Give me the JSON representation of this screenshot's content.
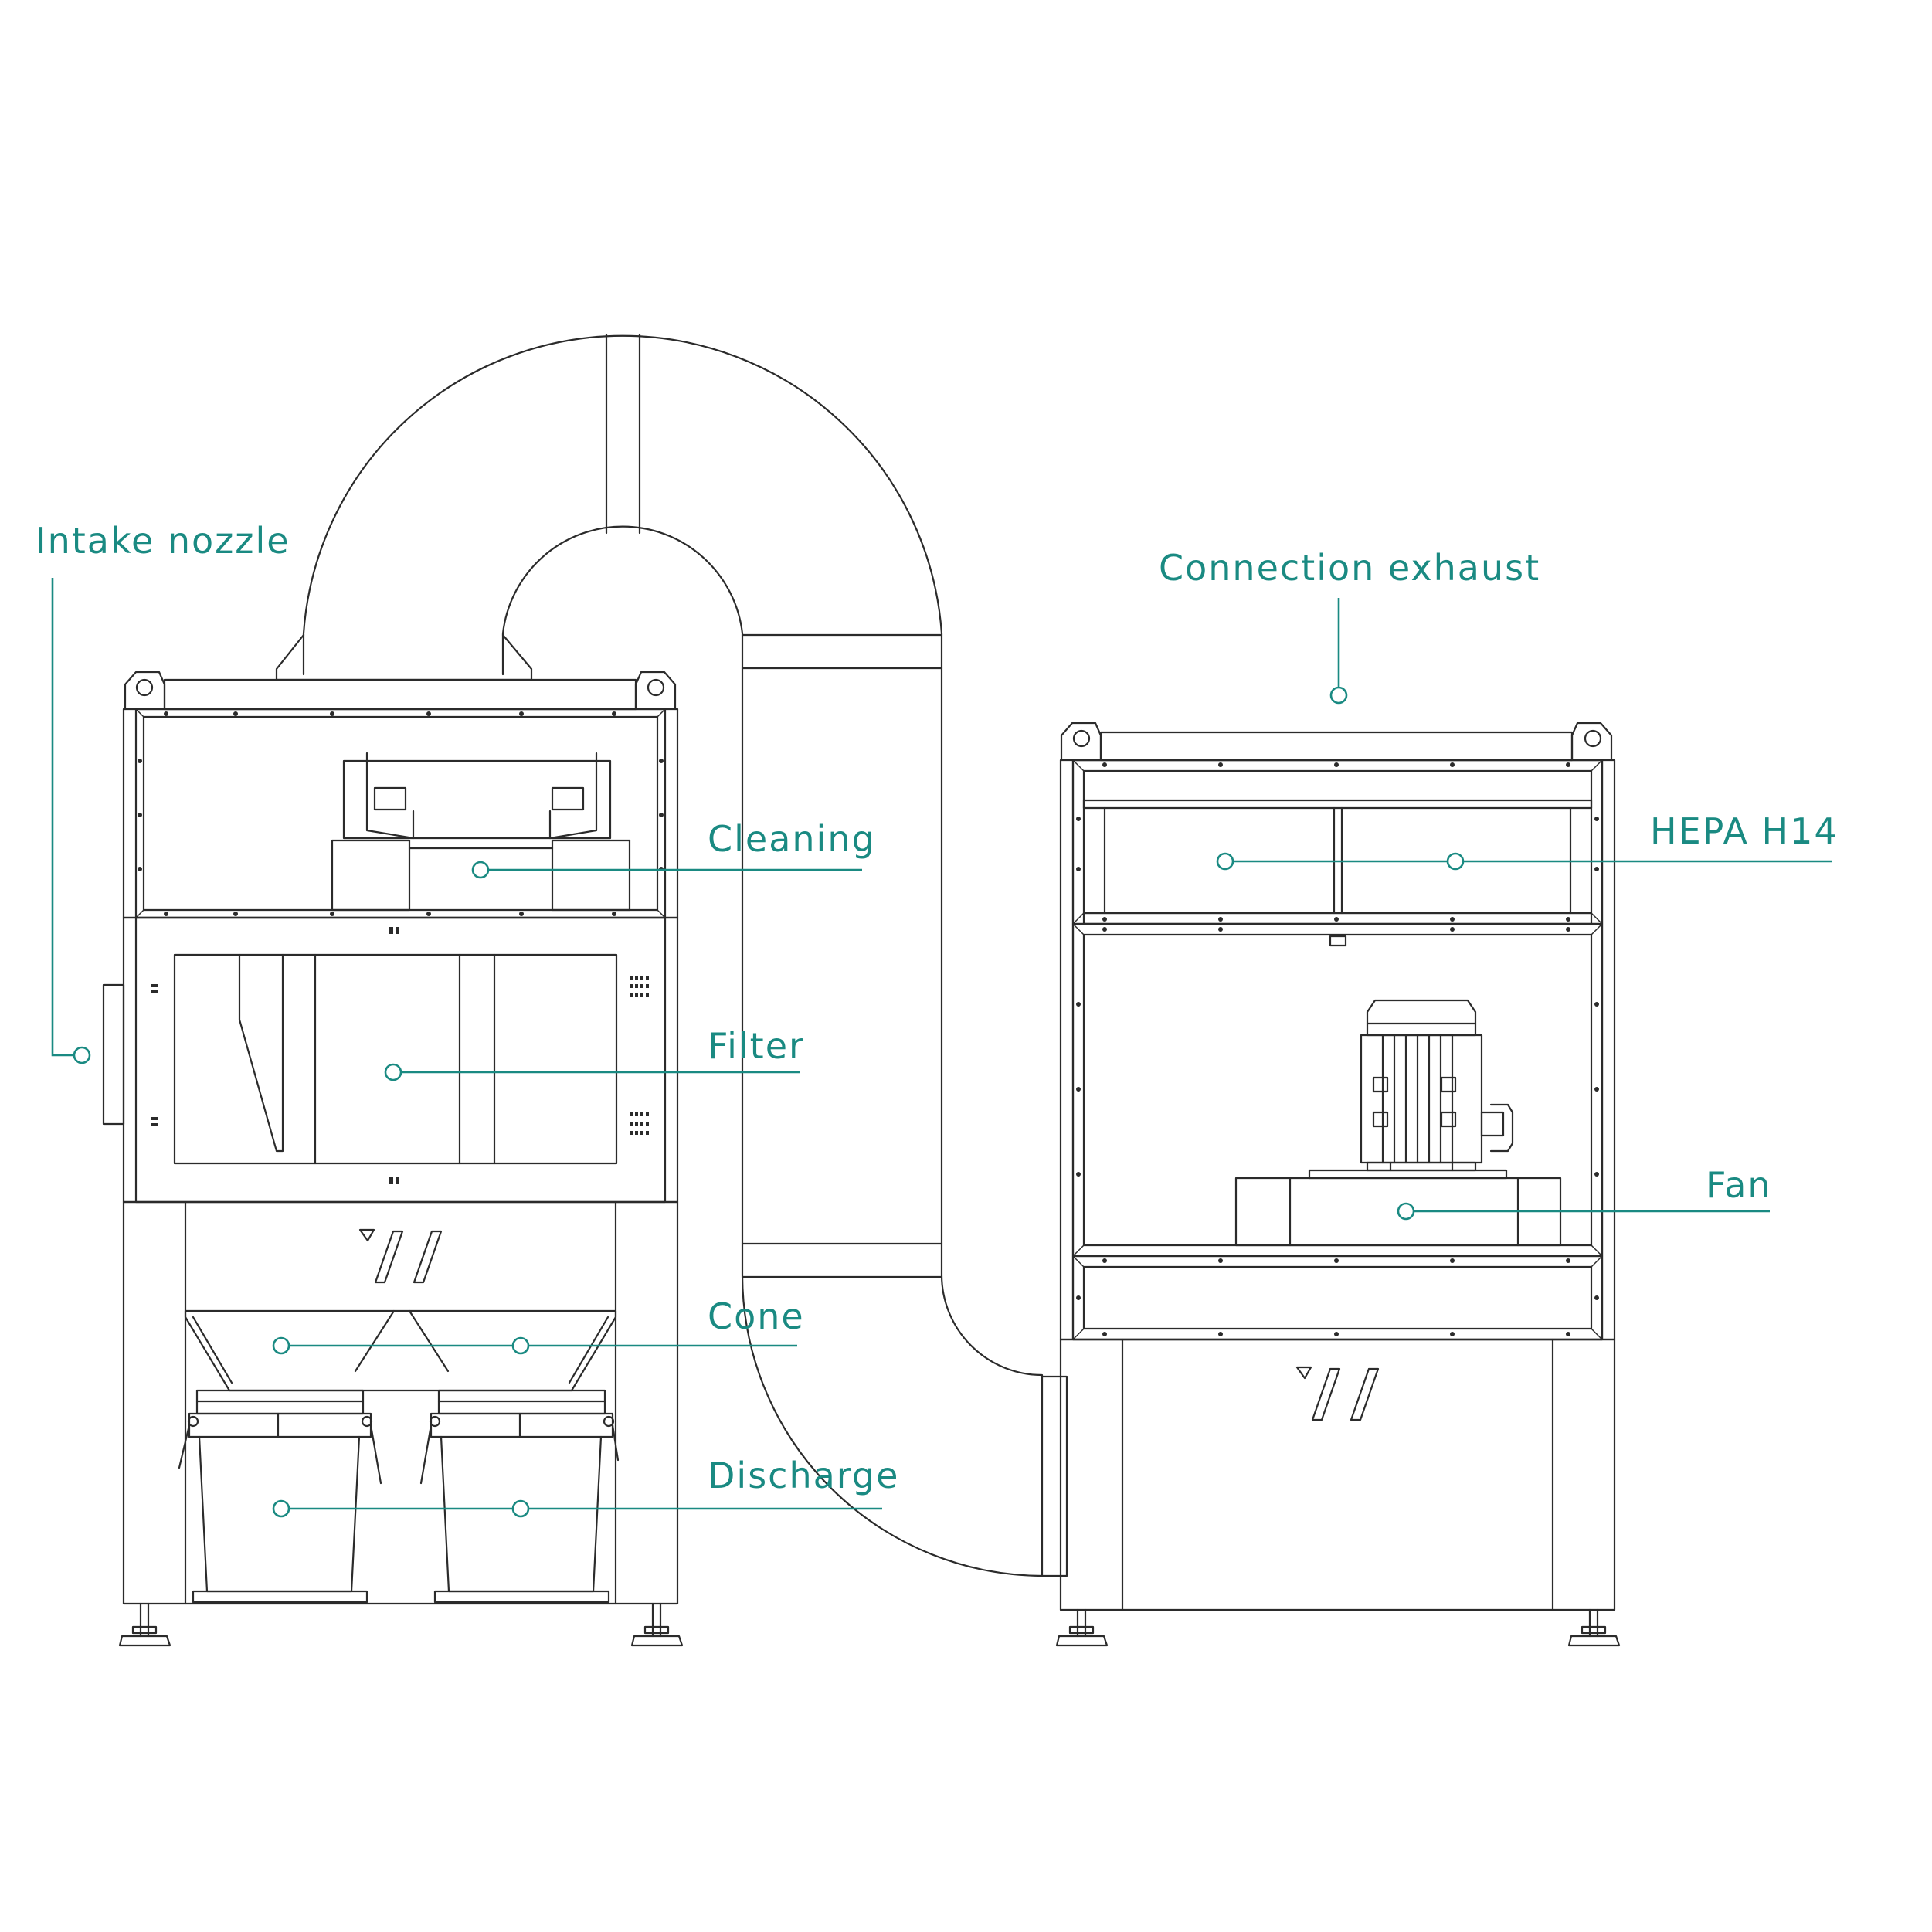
{
  "colors": {
    "accent": "#1a8a82",
    "line": "#2b2b2b",
    "background": "#ffffff"
  },
  "labels": {
    "intake_nozzle": "Intake nozzle",
    "connection_exhaust": "Connection exhaust",
    "cleaning": "Cleaning",
    "hepa": "HEPA H14",
    "filter": "Filter",
    "fan": "Fan",
    "cone": "Cone",
    "discharge": "Discharge"
  }
}
